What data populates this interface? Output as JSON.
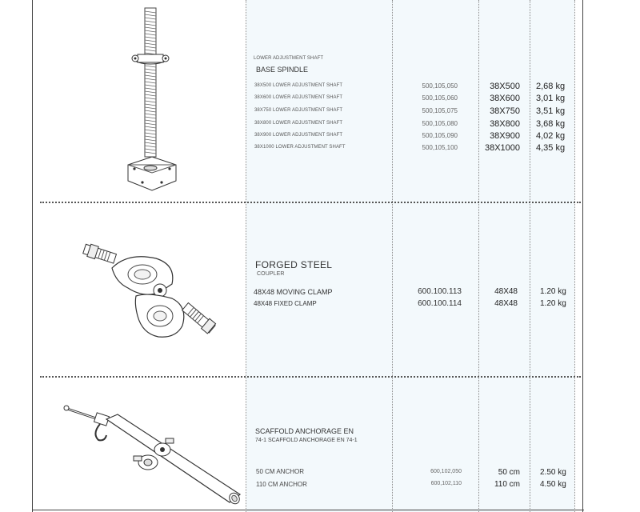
{
  "sections": [
    {
      "pre_label": "LOWER ADJUSTMENT SHAFT",
      "title": "BASE SPINDLE",
      "rows": [
        {
          "name": "38X500 LOWER ADJUSTMENT SHAFT",
          "code": "500,105,050",
          "size": "38X500",
          "weight": "2,68  kg"
        },
        {
          "name": "38X600 LOWER ADJUSTMENT SHAFT",
          "code": "500,105,060",
          "size": "38X600",
          "weight": "3,01  kg"
        },
        {
          "name": "38X750 LOWER ADJUSTMENT SHAFT",
          "code": "500,105,075",
          "size": "38X750",
          "weight": "3,51  kg"
        },
        {
          "name": "38X800 LOWER ADJUSTMENT SHAFT",
          "code": "500,105,080",
          "size": "38X800",
          "weight": "3,68  kg"
        },
        {
          "name": "38X900 LOWER ADJUSTMENT SHAFT",
          "code": "500,105,090",
          "size": "38X900",
          "weight": "4,02  kg"
        },
        {
          "name": "38X1000 LOWER ADJUSTMENT SHAFT",
          "code": "500,105,100",
          "size": "38X1000",
          "weight": "4,35  kg"
        }
      ]
    },
    {
      "title": "FORGED STEEL",
      "subtitle": "COUPLER",
      "rows": [
        {
          "name": "48X48 MOVING CLAMP",
          "code": "600.100.113",
          "size": "48X48",
          "weight": "1.20 kg"
        },
        {
          "name": "48X48 FIXED CLAMP",
          "code": "600.100.114",
          "size": "48X48",
          "weight": "1.20 kg"
        }
      ]
    },
    {
      "title": "SCAFFOLD ANCHORAGE EN",
      "subtitle": "74-1 SCAFFOLD ANCHORAGE EN 74-1",
      "rows": [
        {
          "name": "50 CM ANCHOR",
          "code": "600,102,050",
          "size": "50 cm",
          "weight": "2.50 kg"
        },
        {
          "name": "110 CM ANCHOR",
          "code": "600,102,110",
          "size": "110 cm",
          "weight": "4.50 kg"
        }
      ]
    }
  ]
}
